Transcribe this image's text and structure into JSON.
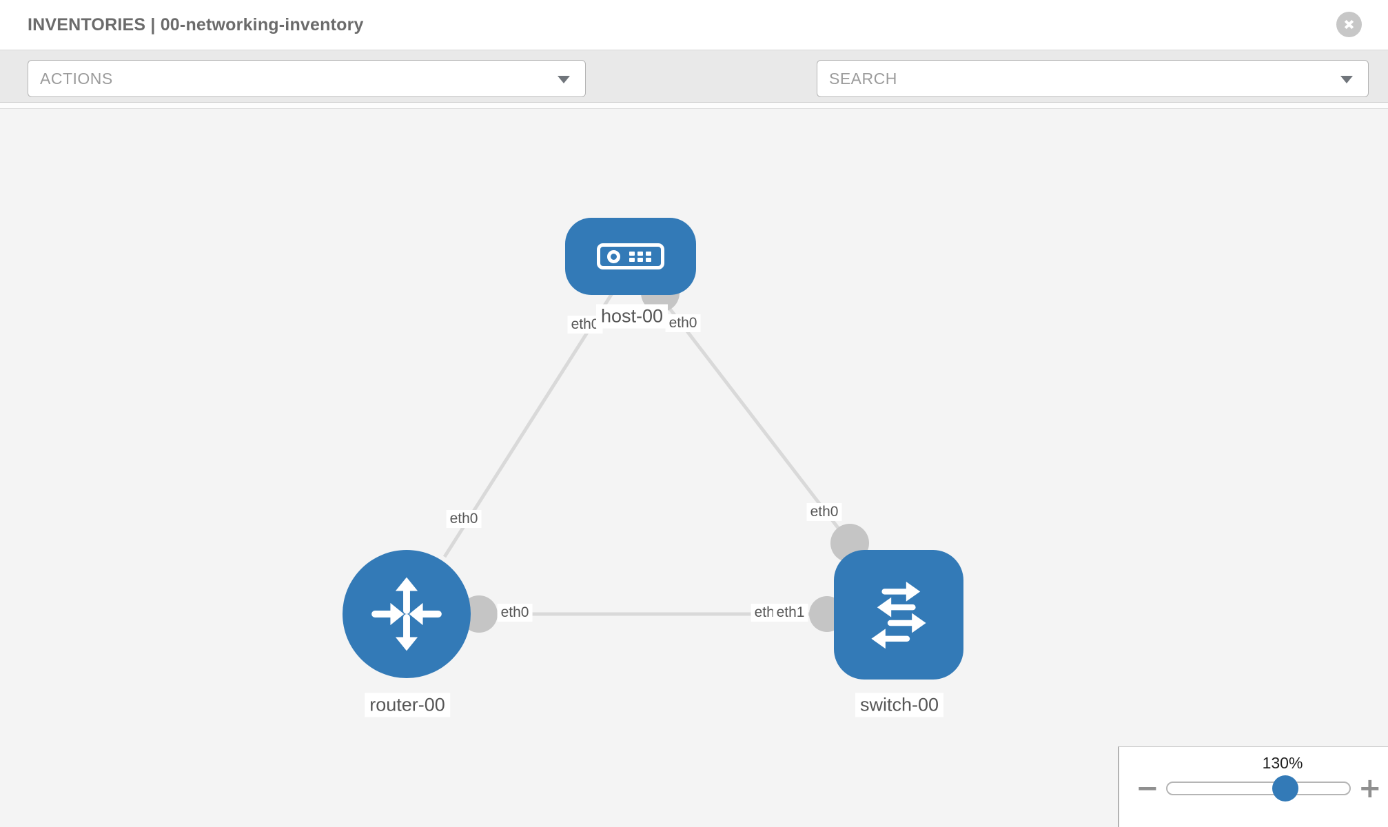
{
  "header": {
    "title": "INVENTORIES | 00-networking-inventory"
  },
  "toolbar": {
    "actions_label": "ACTIONS",
    "search_placeholder": "SEARCH",
    "icons": [
      "wrench-icon",
      "key-icon"
    ]
  },
  "topology": {
    "nodes": [
      {
        "label": "host-00",
        "type": "host"
      },
      {
        "label": "router-00",
        "type": "router"
      },
      {
        "label": "switch-00",
        "type": "switch"
      }
    ],
    "links": [
      {
        "from": "host-00",
        "from_iface": "eth0",
        "to": "router-00",
        "to_iface": "eth0"
      },
      {
        "from": "host-00",
        "from_iface": "eth0",
        "to": "switch-00",
        "to_iface": "eth0"
      },
      {
        "from": "router-00",
        "from_iface": "eth0",
        "to": "switch-00",
        "to_iface": "eth1"
      }
    ],
    "interface_labels": {
      "host_left": "eth0",
      "host_right": "eth0",
      "router_link_top": "eth0",
      "switch_link_top": "eth0",
      "router_right": "eth0",
      "switch_left_back": "eth0",
      "switch_left_front": "eth1"
    }
  },
  "zoom_control": {
    "level": "130%",
    "minus_glyph": "−",
    "plus_glyph": "+"
  },
  "colors": {
    "node_blue": "#337ab7",
    "link_gray": "#d9d9d9",
    "connector_gray": "#c5c5c5",
    "toolbar_gray": "#e9e9e9",
    "canvas_gray": "#f4f4f4"
  }
}
